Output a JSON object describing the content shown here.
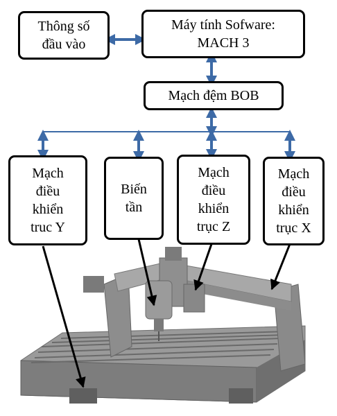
{
  "boxes": {
    "input_params": "Thông số\nđầu vào",
    "computer": "Máy tính Sofware:\nMACH 3",
    "bob": "Mạch đệm BOB",
    "axis_y": "Mạch\nđiều\nkhiển\ntruc Y",
    "inverter": "Biến\ntần",
    "axis_z": "Mạch\nđiều\nkhiển\ntrục Z",
    "axis_x": "Mạch\nđiều\nkhiển\ntrục X"
  },
  "colors": {
    "arrow_blue": "#3d6aa6",
    "machine_gray": "#8a8a8a"
  },
  "machine_image": "cnc-router-machine"
}
